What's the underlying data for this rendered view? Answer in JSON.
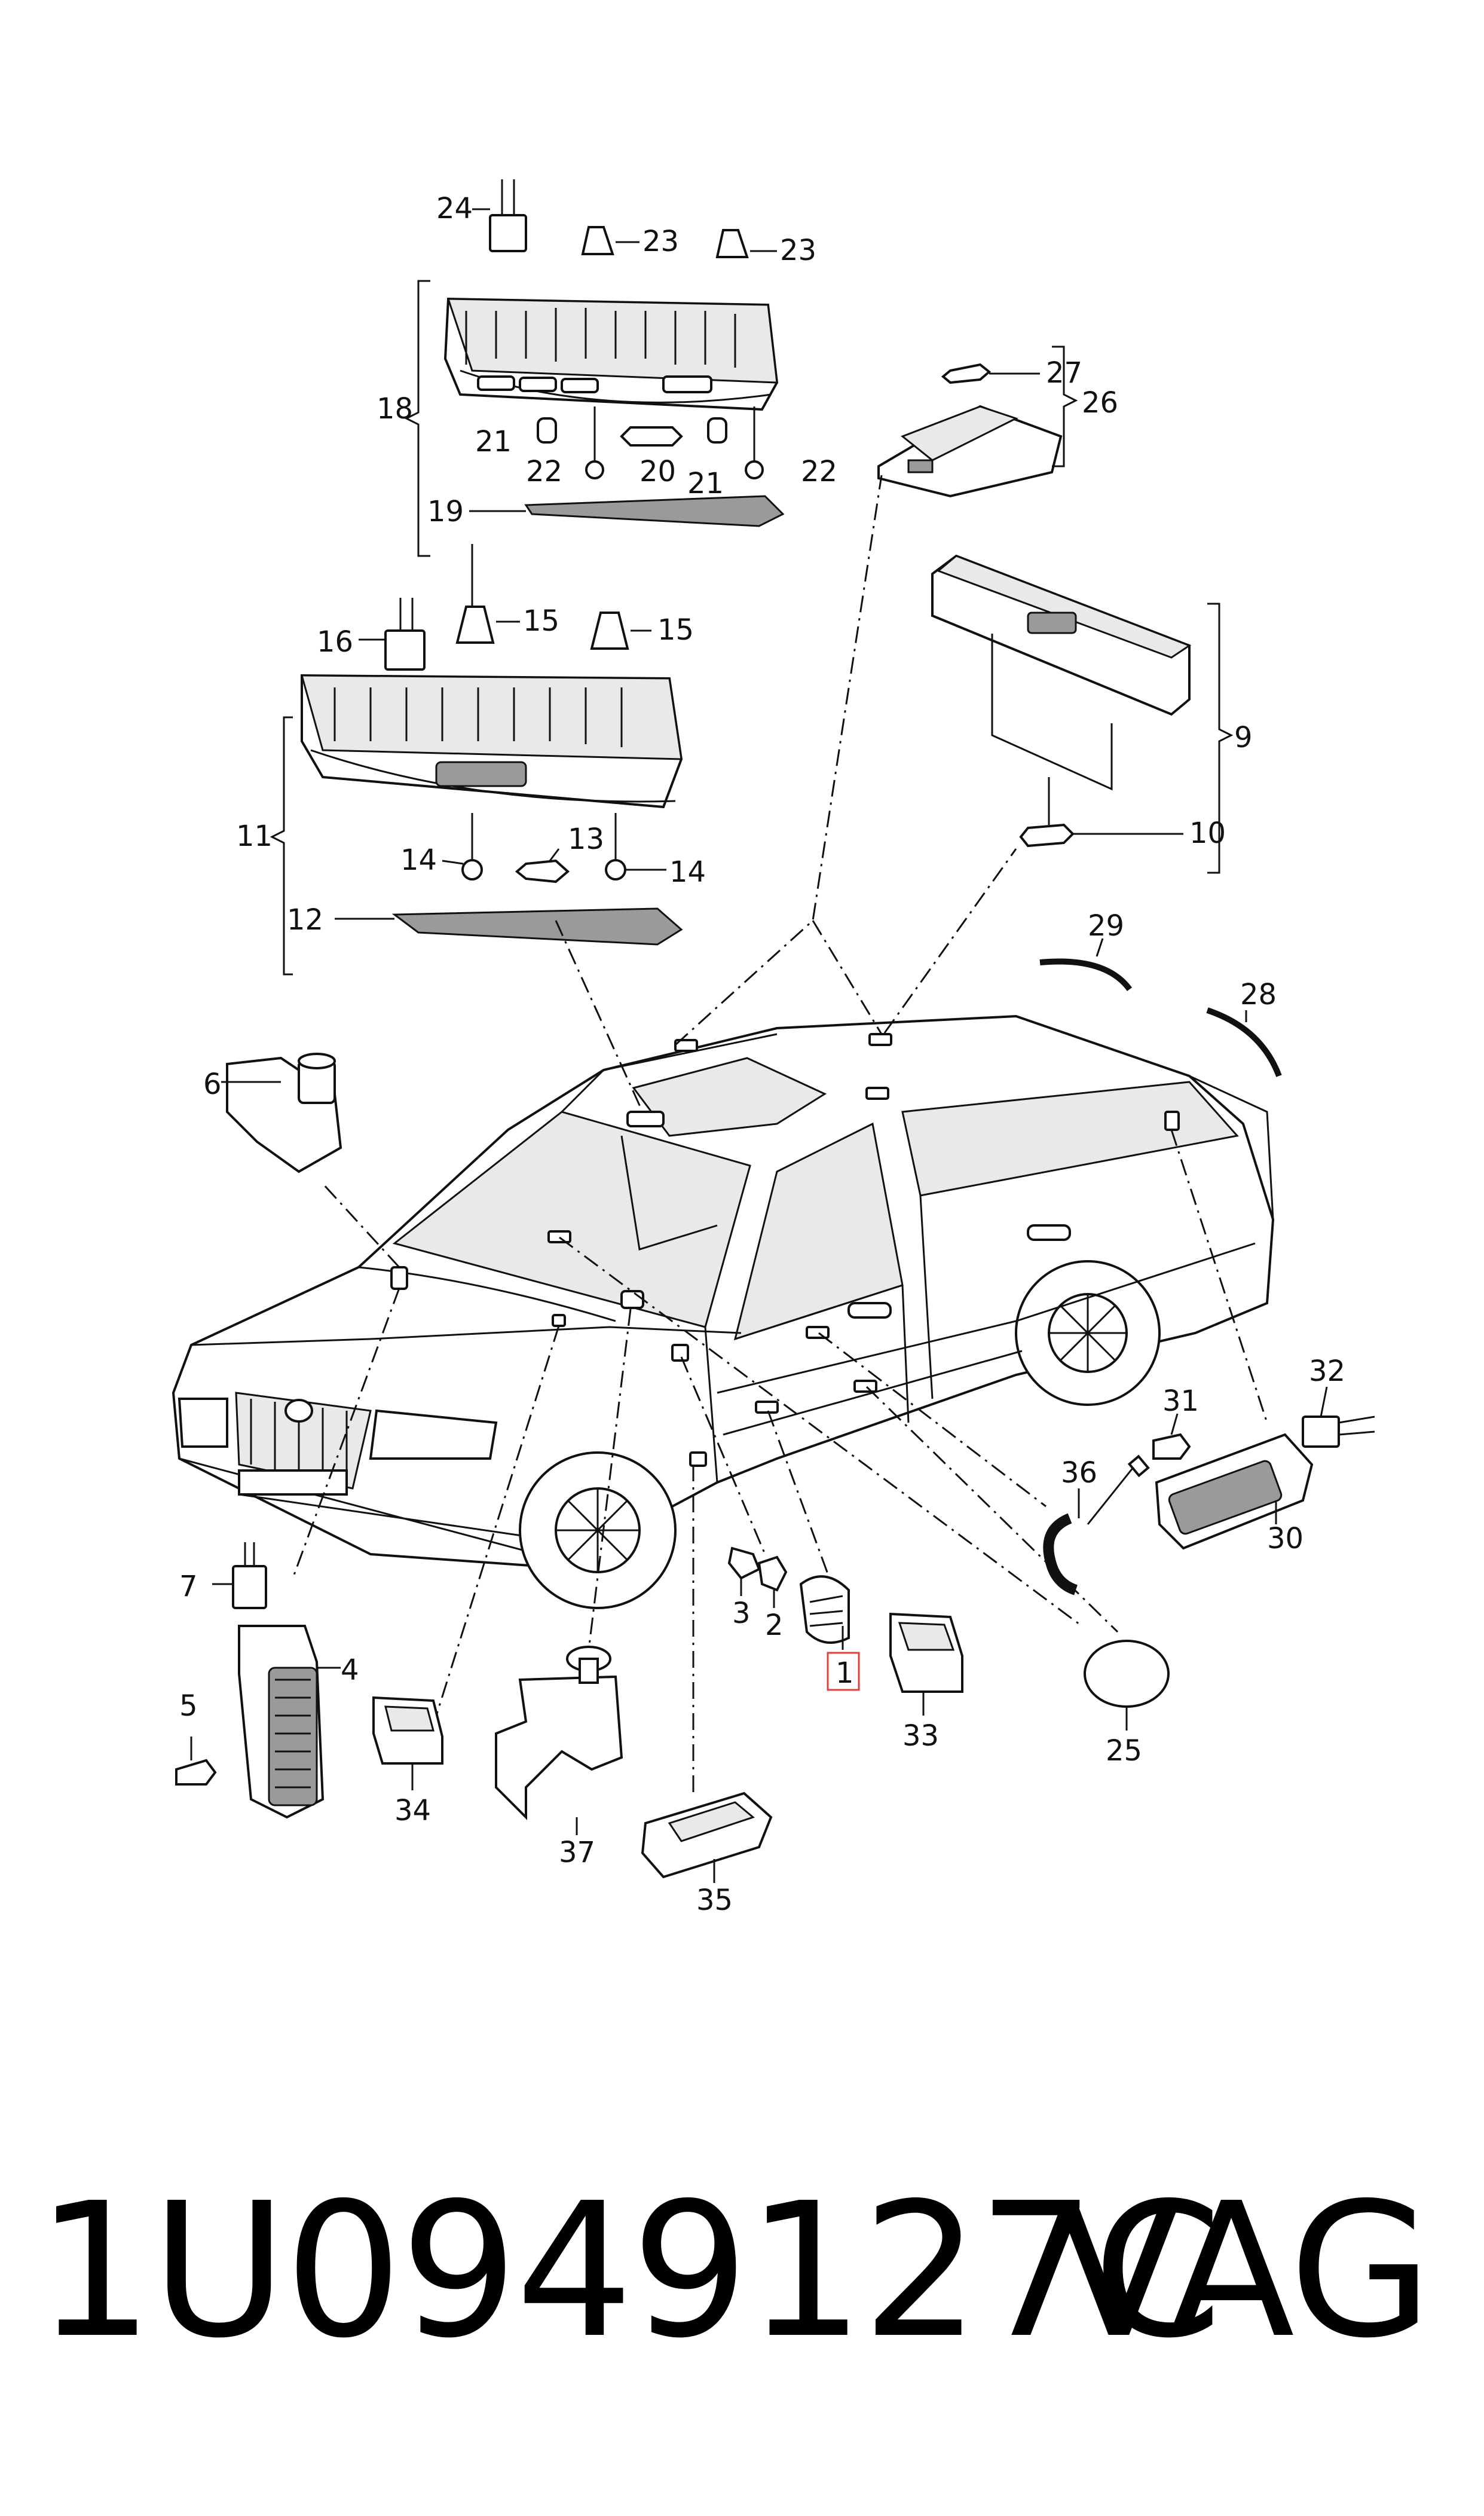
{
  "callouts": {
    "c1": "1",
    "c2": "2",
    "c3": "3",
    "c4": "4",
    "c5": "5",
    "c6": "6",
    "c7": "7",
    "c9": "9",
    "c10": "10",
    "c11": "11",
    "c12": "12",
    "c13": "13",
    "c14a": "14",
    "c14b": "14",
    "c15a": "15",
    "c15b": "15",
    "c16": "16",
    "c18": "18",
    "c19": "19",
    "c20": "20",
    "c21a": "21",
    "c21b": "21",
    "c22a": "22",
    "c22b": "22",
    "c23a": "23",
    "c23b": "23",
    "c24": "24",
    "c25": "25",
    "c26": "26",
    "c27": "27",
    "c28": "28",
    "c29": "29",
    "c30": "30",
    "c31": "31",
    "c32": "32",
    "c33": "33",
    "c34": "34",
    "c35": "35",
    "c36": "36",
    "c37": "37"
  },
  "highlight": {
    "color": "#e0403a",
    "callout": "1"
  },
  "footer": {
    "part_number": "1U0949127C",
    "brand": "VAG"
  }
}
